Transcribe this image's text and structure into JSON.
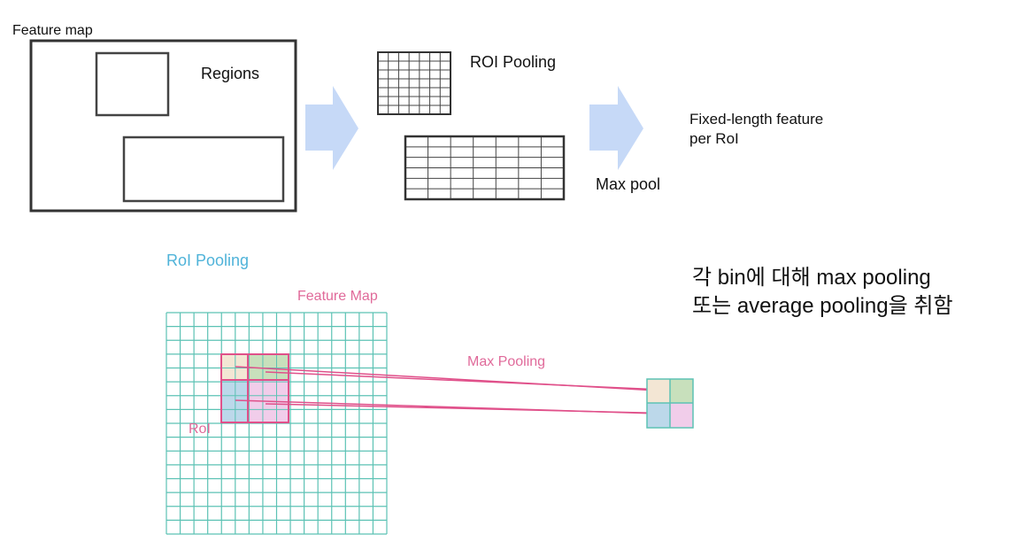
{
  "top_diagram": {
    "feature_map_label": "Feature map",
    "regions_label": "Regions",
    "roi_pooling_label": "ROI Pooling",
    "max_pool_label": "Max pool",
    "output_label_line1": "Fixed-length feature",
    "output_label_line2": "per RoI"
  },
  "bottom_diagram": {
    "title": "RoI Pooling",
    "feature_map_label": "Feature Map",
    "max_pooling_label": "Max Pooling",
    "roi_label": "RoI"
  },
  "note": {
    "line1": "각 bin에 대해 max pooling",
    "line2": "또는 average pooling을 취함"
  },
  "colors": {
    "arrow": "#c6d9f7",
    "grid": "#5cc2b4",
    "roi": "#e0508a",
    "title_blue": "#4fb3d9",
    "cell_beige": "#f3e6d4",
    "cell_green": "#c8e0bc",
    "cell_blue": "#bcd8ea",
    "cell_pink": "#f1cdea"
  }
}
